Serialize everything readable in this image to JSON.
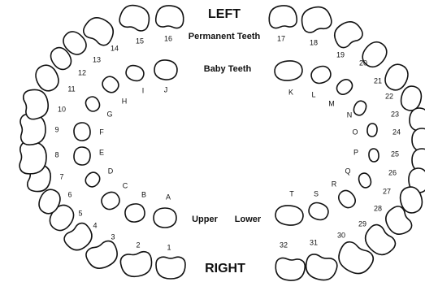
{
  "headings": {
    "left": "LEFT",
    "right": "RIGHT",
    "permanent": "Permanent Teeth",
    "baby": "Baby Teeth",
    "upper": "Upper",
    "lower": "Lower"
  },
  "permanent_teeth": [
    "1",
    "2",
    "3",
    "4",
    "5",
    "6",
    "7",
    "8",
    "9",
    "10",
    "11",
    "12",
    "13",
    "14",
    "15",
    "16",
    "17",
    "18",
    "19",
    "20",
    "21",
    "22",
    "23",
    "24",
    "25",
    "26",
    "27",
    "28",
    "29",
    "30",
    "31",
    "32"
  ],
  "baby_teeth": [
    "A",
    "B",
    "C",
    "D",
    "E",
    "F",
    "G",
    "H",
    "I",
    "J",
    "K",
    "L",
    "M",
    "N",
    "O",
    "P",
    "Q",
    "R",
    "S",
    "T"
  ],
  "colors": {
    "ink": "#111111",
    "background": "#ffffff"
  }
}
